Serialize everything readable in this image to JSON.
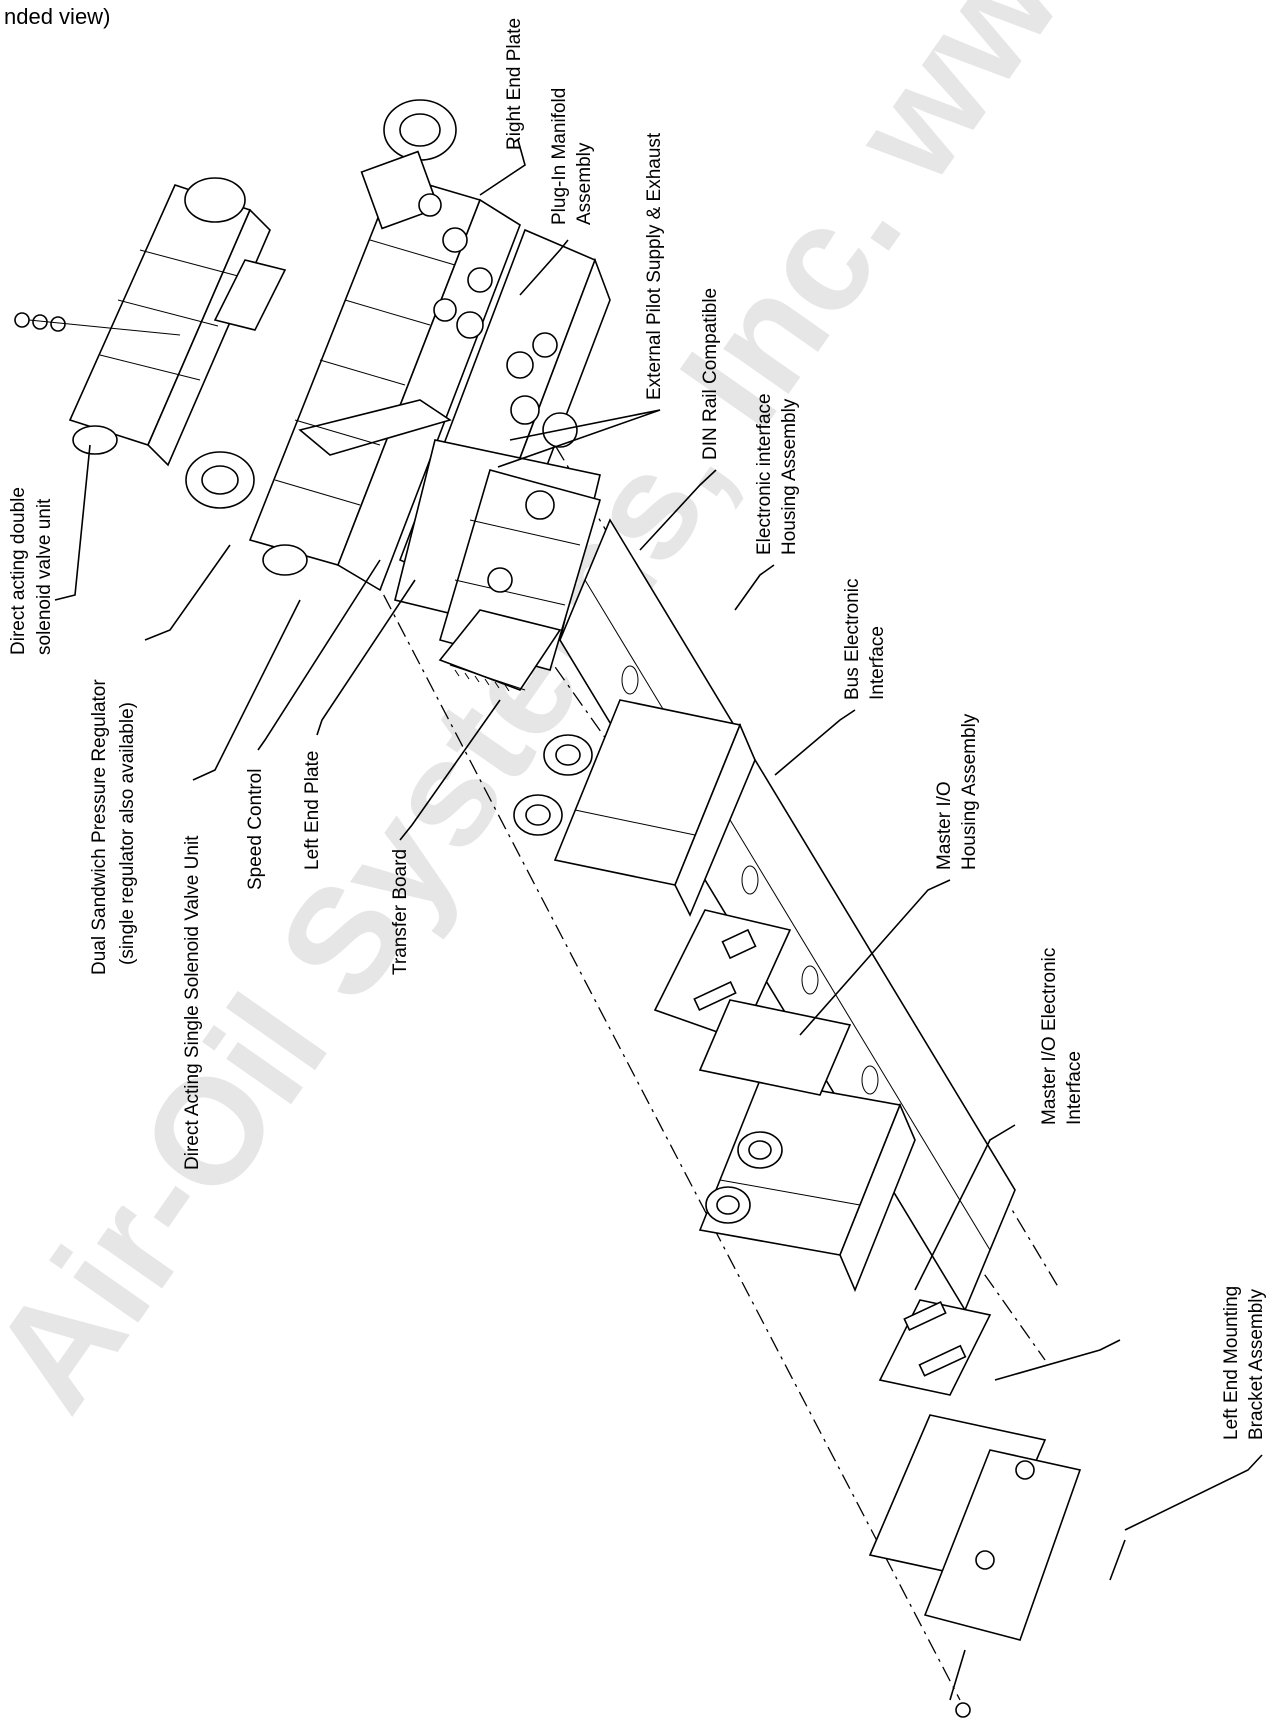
{
  "header": {
    "text": "nded view)"
  },
  "watermark": {
    "text": "Air-Oil Systems, Inc. www.airoil.com"
  },
  "labels": {
    "right_end_plate": "Right End Plate",
    "plugin_manifold_1": "Plug-In Manifold",
    "plugin_manifold_2": "Assembly",
    "external_pilot": "External Pilot Supply & Exhaust",
    "din_rail": "DIN Rail Compatible",
    "electronic_interface_1": "Electronic interface",
    "electronic_interface_2": "Housing Assembly",
    "bus_electronic_1": "Bus Electronic",
    "bus_electronic_2": "Interface",
    "master_io_housing_1": "Master I/O",
    "master_io_housing_2": "Housing Assembly",
    "master_io_electronic_1": "Master I/O Electronic",
    "master_io_electronic_2": "Interface",
    "left_end_mounting_1": "Left End Mounting",
    "left_end_mounting_2": "Bracket Assembly",
    "direct_acting_double_1": "Direct acting double",
    "direct_acting_double_2": "solenoid valve unit",
    "dual_sandwich_1": "Dual Sandwich Pressure Regulator",
    "dual_sandwich_2": "(single regulator also available)",
    "direct_acting_single": "Direct Acting Single Solenoid Valve Unit",
    "speed_control": "Speed Control",
    "left_end_plate": "Left End Plate",
    "transfer_board": "Transfer Board"
  }
}
